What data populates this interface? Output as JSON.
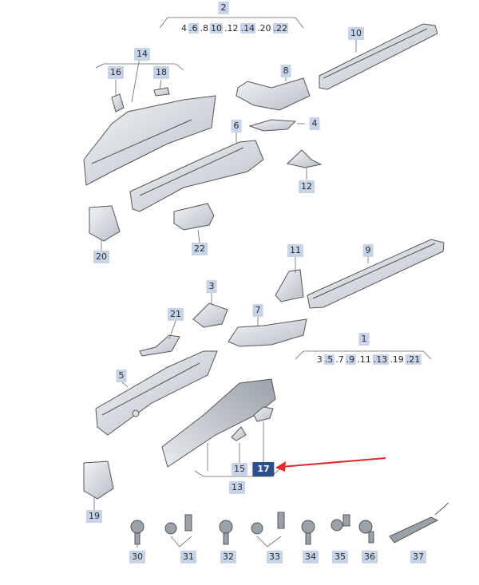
{
  "callouts": {
    "c2": "2",
    "c10": "10",
    "c14": "14",
    "c16": "16",
    "c18": "18",
    "c8": "8",
    "c6": "6",
    "c4": "4",
    "c12": "12",
    "c20": "20",
    "c22": "22",
    "c11": "11",
    "c9": "9",
    "c3": "3",
    "c21": "21",
    "c7": "7",
    "c1": "1",
    "c5": "5",
    "c15": "15",
    "c17": "17",
    "c13": "13",
    "c19": "19",
    "c30": "30",
    "c31": "31",
    "c32": "32",
    "c33": "33",
    "c34": "34",
    "c35": "35",
    "c36": "36",
    "c37": "37"
  },
  "groups": {
    "g2": [
      "4",
      ".6",
      ".8",
      "10",
      ".12",
      ".14",
      ".20",
      ".22"
    ],
    "g1": [
      "3",
      ".5",
      ".7",
      ".9",
      ".11",
      ".13",
      ".19",
      ".21"
    ]
  },
  "highlight": {
    "part": "17",
    "arrow_color": "#e32a2a",
    "badge_color": "#2e4f8e"
  }
}
